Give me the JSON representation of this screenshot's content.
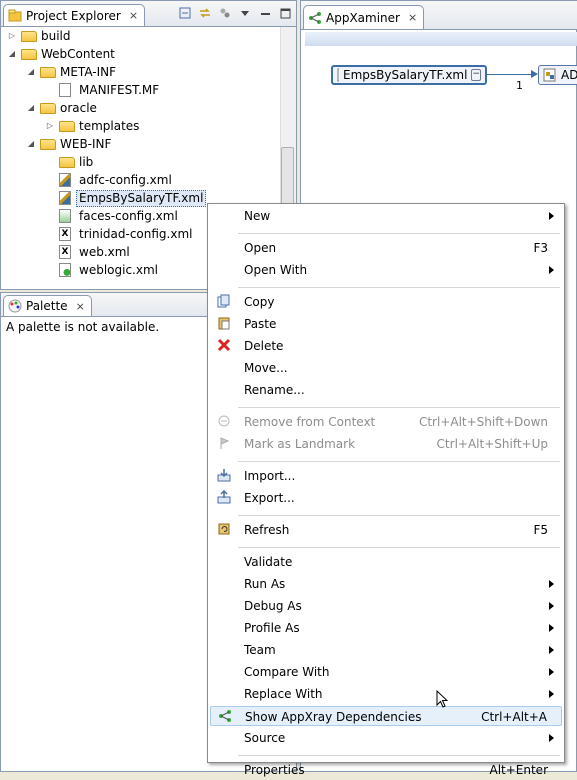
{
  "project_explorer": {
    "tab_label": "Project Explorer",
    "close": "⨯",
    "tree": [
      {
        "label": "build",
        "type": "folder",
        "indent": 1,
        "expanded": false
      },
      {
        "label": "WebContent",
        "type": "folder",
        "indent": 1,
        "expanded": true
      },
      {
        "label": "META-INF",
        "type": "folder",
        "indent": 2,
        "expanded": true
      },
      {
        "label": "MANIFEST.MF",
        "type": "file",
        "indent": 3
      },
      {
        "label": "oracle",
        "type": "folder",
        "indent": 2,
        "expanded": true
      },
      {
        "label": "templates",
        "type": "folder",
        "indent": 3,
        "expanded": false
      },
      {
        "label": "WEB-INF",
        "type": "folder",
        "indent": 2,
        "expanded": true
      },
      {
        "label": "lib",
        "type": "folder",
        "indent": 3
      },
      {
        "label": "adfc-config.xml",
        "type": "adf",
        "indent": 3
      },
      {
        "label": "EmpsBySalaryTF.xml",
        "type": "adf",
        "indent": 3,
        "selected": true
      },
      {
        "label": "faces-config.xml",
        "type": "faces",
        "indent": 3
      },
      {
        "label": "trinidad-config.xml",
        "type": "xml",
        "indent": 3
      },
      {
        "label": "web.xml",
        "type": "xml",
        "indent": 3
      },
      {
        "label": "weblogic.xml",
        "type": "weblogic",
        "indent": 3
      }
    ]
  },
  "palette": {
    "tab_label": "Palette",
    "close": "⨯",
    "message": "A palette is not available."
  },
  "appxaminer": {
    "tab_label": "AppXaminer",
    "close": "⨯",
    "node_main": "EmpsBySalaryTF.xml",
    "node_next": "AD",
    "edge_label": "1",
    "collapse": "−"
  },
  "context_menu": {
    "items": [
      {
        "label": "New",
        "key": "",
        "submenu": true,
        "icon": ""
      },
      {
        "sep": true
      },
      {
        "label": "Open",
        "key": "F3",
        "icon": ""
      },
      {
        "label": "Open With",
        "key": "",
        "submenu": true,
        "icon": ""
      },
      {
        "sep": true
      },
      {
        "label": "Copy",
        "key": "",
        "icon": "copy"
      },
      {
        "label": "Paste",
        "key": "",
        "icon": "paste"
      },
      {
        "label": "Delete",
        "key": "",
        "icon": "delete"
      },
      {
        "label": "Move...",
        "key": "",
        "icon": ""
      },
      {
        "label": "Rename...",
        "key": "",
        "icon": ""
      },
      {
        "sep": true
      },
      {
        "label": "Remove from Context",
        "key": "Ctrl+Alt+Shift+Down",
        "disabled": true,
        "icon": "remove"
      },
      {
        "label": "Mark as Landmark",
        "key": "Ctrl+Alt+Shift+Up",
        "disabled": true,
        "icon": "landmark"
      },
      {
        "sep": true
      },
      {
        "label": "Import...",
        "key": "",
        "icon": "import"
      },
      {
        "label": "Export...",
        "key": "",
        "icon": "export"
      },
      {
        "sep": true
      },
      {
        "label": "Refresh",
        "key": "F5",
        "icon": "refresh"
      },
      {
        "sep": true
      },
      {
        "label": "Validate",
        "key": "",
        "icon": ""
      },
      {
        "label": "Run As",
        "key": "",
        "submenu": true,
        "icon": ""
      },
      {
        "label": "Debug As",
        "key": "",
        "submenu": true,
        "icon": ""
      },
      {
        "label": "Profile As",
        "key": "",
        "submenu": true,
        "icon": ""
      },
      {
        "label": "Team",
        "key": "",
        "submenu": true,
        "icon": ""
      },
      {
        "label": "Compare With",
        "key": "",
        "submenu": true,
        "icon": ""
      },
      {
        "label": "Replace With",
        "key": "",
        "submenu": true,
        "icon": ""
      },
      {
        "label": "Show AppXray Dependencies",
        "key": "Ctrl+Alt+A",
        "highlight": true,
        "icon": "appxray"
      },
      {
        "label": "Source",
        "key": "",
        "submenu": true,
        "icon": ""
      },
      {
        "sep": true
      },
      {
        "label": "Properties",
        "key": "Alt+Enter",
        "icon": ""
      }
    ]
  }
}
